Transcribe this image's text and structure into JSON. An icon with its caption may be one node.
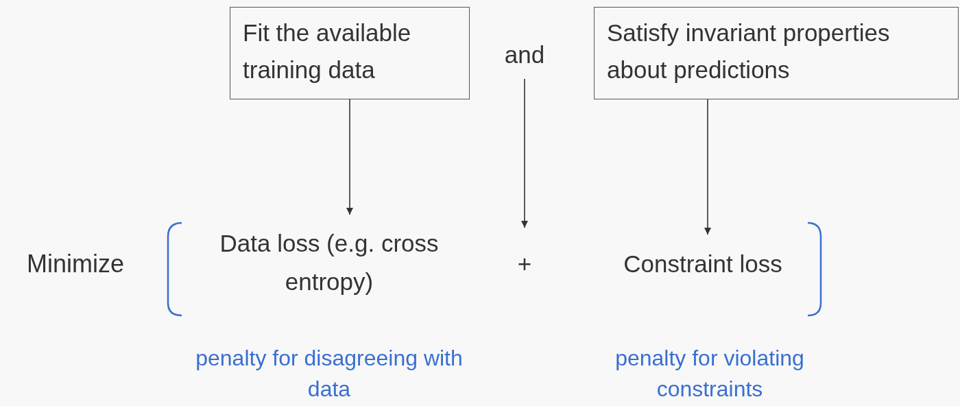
{
  "diagram": {
    "nodes": [
      {
        "text": [
          "Fit the available training data"
        ]
      },
      {
        "text": [
          "and"
        ]
      },
      {
        "text": [
          "Satisfy invariant properties about predictions"
        ]
      },
      {
        "text": [
          "Data loss (e.g. cross entropy)"
        ]
      },
      {
        "text": [
          "+"
        ]
      },
      {
        "text": [
          "Constraint loss"
        ]
      }
    ],
    "edges": [
      {
        "from": 0,
        "to": 3,
        "arrow": "to"
      },
      {
        "from": 1,
        "to": 4,
        "arrow": "to"
      },
      {
        "from": 2,
        "to": 5,
        "arrow": "to"
      }
    ],
    "labels": [
      "Minimize",
      "penalty for disagreeing with data",
      "penalty for violating constraints"
    ]
  }
}
